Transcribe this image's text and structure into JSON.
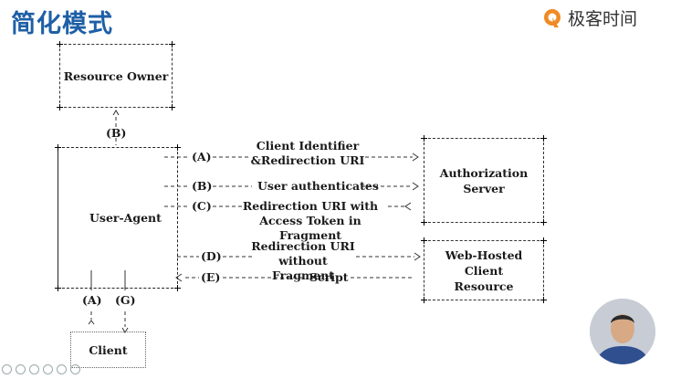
{
  "slide": {
    "title": "简化模式"
  },
  "brand": {
    "name": "极客时间"
  },
  "boxes": {
    "resource_owner": "Resource Owner",
    "user_agent": "User-Agent",
    "client": "Client",
    "authorization_server": "Authorization\nServer",
    "web_hosted": "Web-Hosted Client\nResource"
  },
  "flows": {
    "a_tag": "(A)",
    "a_text": "Client Identifier\n&Redirection URI",
    "b_tag": "(B)",
    "b_text": "User authenticates",
    "c_tag": "(C)",
    "c_text": "Redirection URI with\nAccess Token in Fragment",
    "d_tag": "(D)",
    "d_text": "Redirection URI\nwithout Fragment",
    "e_tag": "(E)",
    "e_text": "Script",
    "b_vertical": "(B)",
    "a_vertical": "(A)",
    "g_vertical": "(G)"
  }
}
